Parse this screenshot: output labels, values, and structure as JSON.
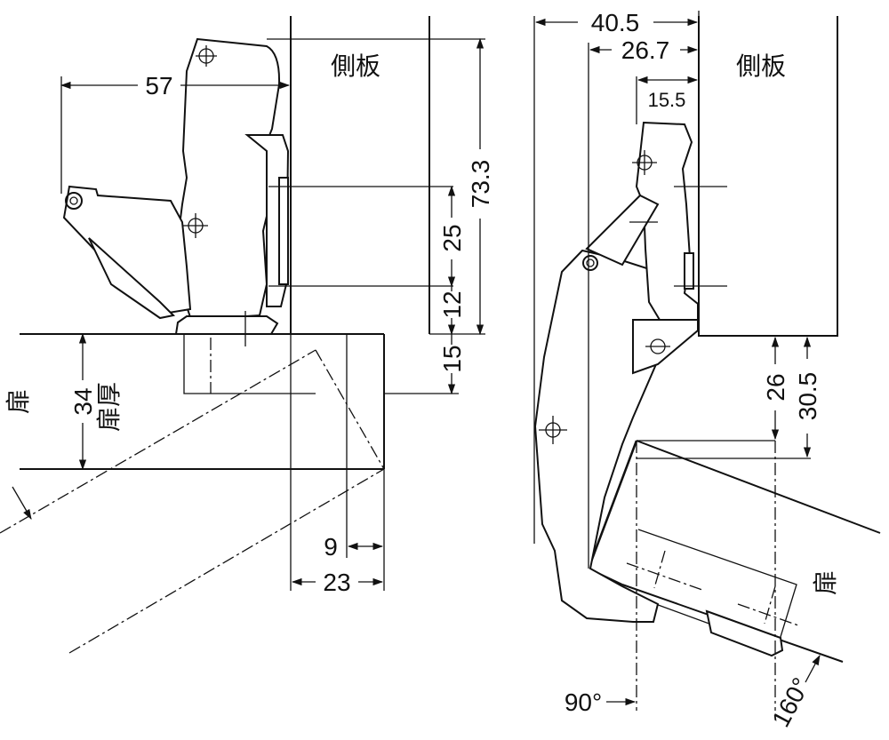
{
  "left_view": {
    "dim_57": "57",
    "dim_73_3": "73.3",
    "dim_25": "25",
    "dim_12": "12",
    "dim_15": "15",
    "dim_34": "34",
    "dim_9": "9",
    "dim_23": "23",
    "side_panel_label": "側板",
    "door_label": "扉",
    "door_thickness_label": "扉厚"
  },
  "right_view": {
    "dim_40_5": "40.5",
    "dim_26_7": "26.7",
    "dim_15_5": "15.5",
    "dim_26": "26",
    "dim_30_5": "30.5",
    "angle_90": "90°",
    "angle_160": "160°",
    "side_panel_label": "側板",
    "door_label": "扉"
  }
}
